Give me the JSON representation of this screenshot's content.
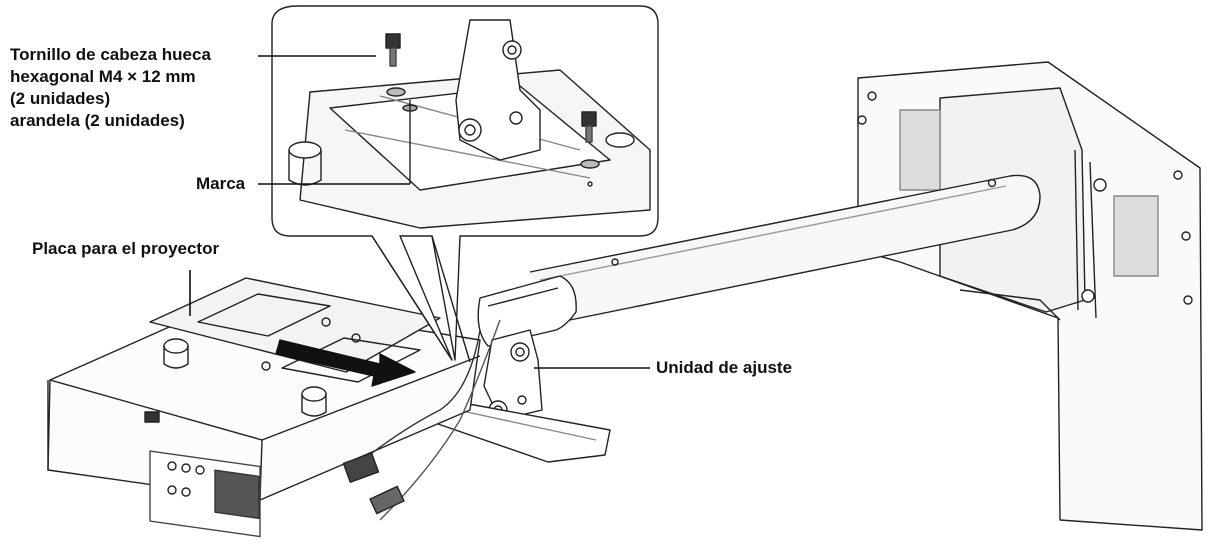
{
  "callouts": {
    "screw": {
      "line1": "Tornillo de cabeza hueca",
      "line2": "hexagonal M4 × 12 mm",
      "line3": "(2 unidades)",
      "line4": "arandela (2 unidades)"
    },
    "mark": "Marca",
    "plate": "Placa para el proyector",
    "adjust": "Unidad de ajuste"
  }
}
